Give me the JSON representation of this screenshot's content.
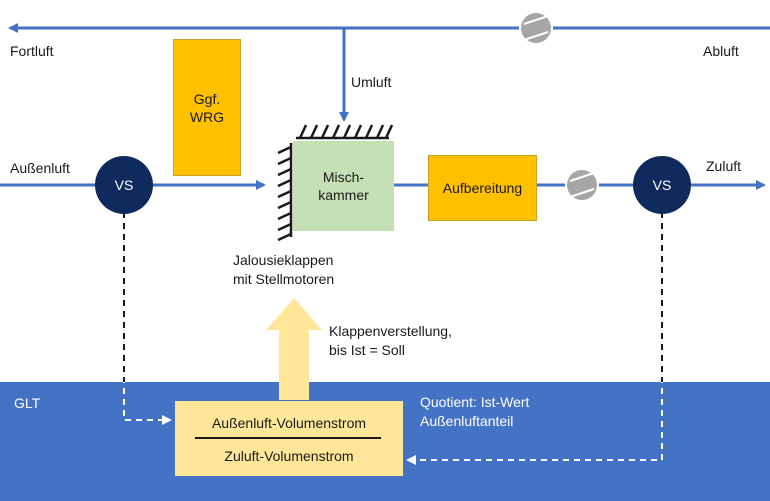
{
  "labels": {
    "fortluft": "Fortluft",
    "abluft": "Abluft",
    "umluft": "Umluft",
    "aussenluft": "Außenluft",
    "zuluft": "Zuluft",
    "jalousie_line1": "Jalousieklappen",
    "jalousie_line2": "mit Stellmotoren",
    "klappen_line1": "Klappenverstellung,",
    "klappen_line2": "bis Ist = Soll",
    "glt": "GLT",
    "quotient_line1": "Quotient: Ist-Wert",
    "quotient_line2": "Außenluftanteil"
  },
  "boxes": {
    "wrg_line1": "Ggf.",
    "wrg_line2": "WRG",
    "misch_line1": "Misch-",
    "misch_line2": "kammer",
    "aufbereitung": "Aufbereitung"
  },
  "sensors": {
    "left": "VS",
    "right": "VS"
  },
  "fraction": {
    "numerator": "Außenluft-Volumenstrom",
    "denominator": "Zuluft-Volumenstrom"
  },
  "colors": {
    "duct": "#4472c4",
    "glt_band": "#4472c4",
    "wrg": "#ffc000",
    "mischkammer": "#c5e0b4",
    "aufbereitung": "#ffc000",
    "sensor": "#0f2a5c",
    "fraction_box": "#ffe699",
    "control_arrow": "#ffe699",
    "fan": "#a6a6a6"
  }
}
